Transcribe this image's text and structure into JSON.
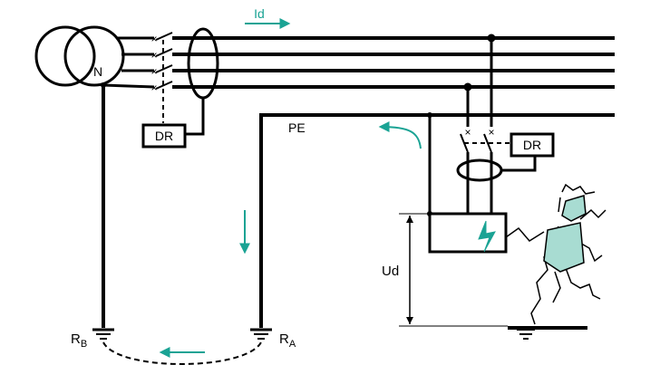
{
  "labels": {
    "neutral": "N",
    "fault_current": "Id",
    "protective_earth": "PE",
    "device_left": "DR",
    "device_right": "DR",
    "touch_voltage": "Ud",
    "rb_main": "R",
    "rb_sub": "B",
    "ra_main": "R",
    "ra_sub": "A"
  },
  "colors": {
    "conductor": "#000000",
    "arrow": "#1aa394",
    "person": "#a8dcd2",
    "lightning": "#1aa394"
  },
  "icons": {
    "transformer": "transformer-symbol-icon",
    "fault": "lightning-bolt-icon",
    "ground": "ground-symbol-icon",
    "person": "person-touching-enclosure-icon"
  }
}
